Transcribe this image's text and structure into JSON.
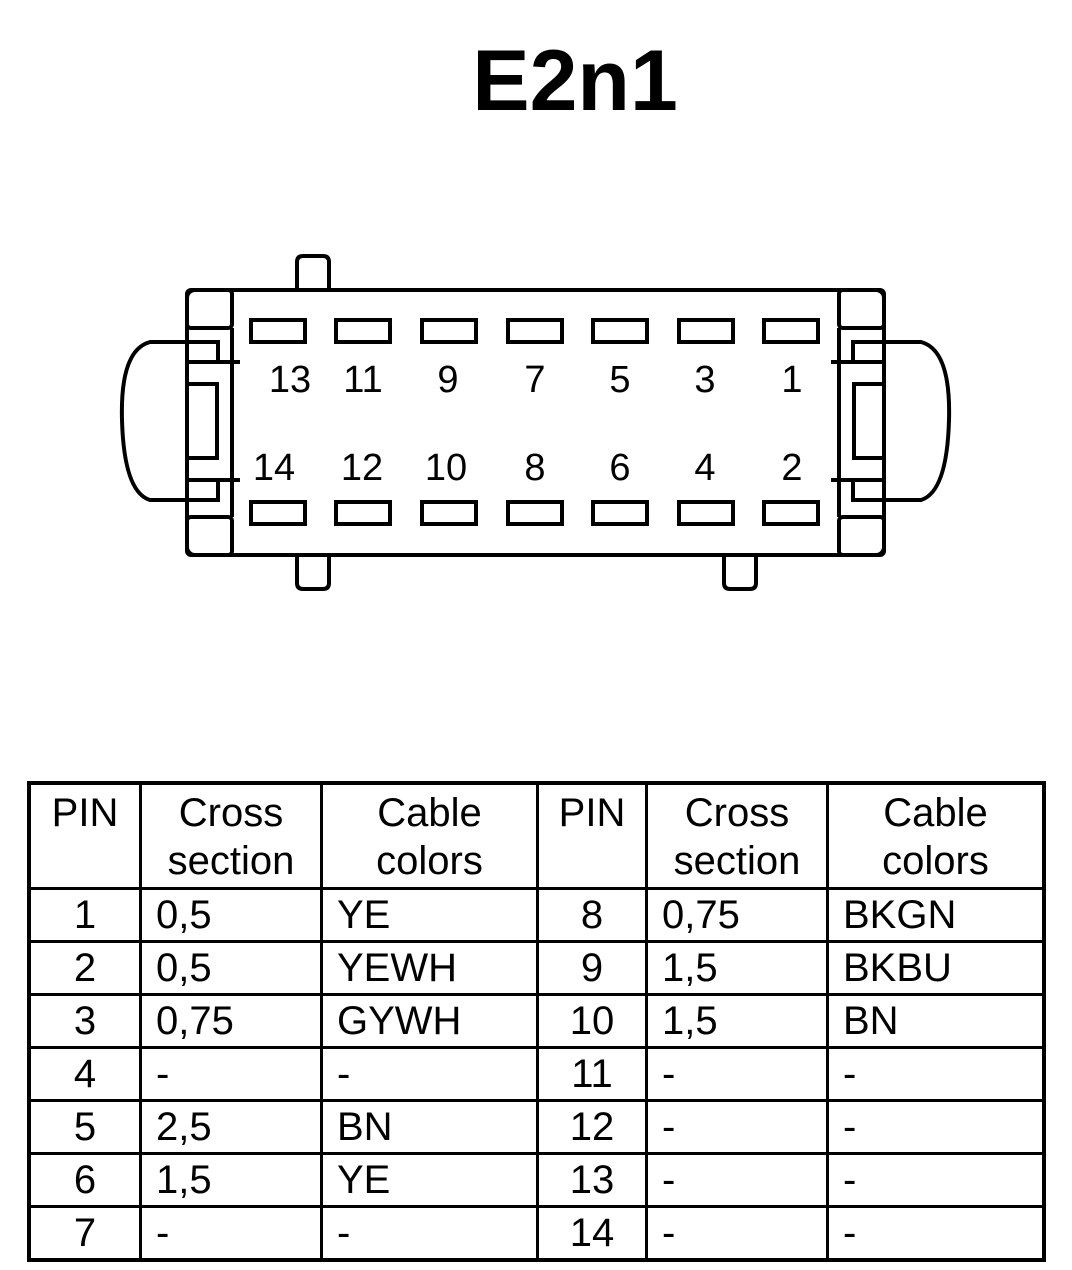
{
  "title": "E2n1",
  "connector": {
    "top_row_pins": [
      "13",
      "11",
      "9",
      "7",
      "5",
      "3",
      "1"
    ],
    "bottom_row_pins": [
      "14",
      "12",
      "10",
      "8",
      "6",
      "4",
      "2"
    ]
  },
  "table": {
    "headers": {
      "pin": "PIN",
      "cross_line1": "Cross",
      "cross_line2": "section",
      "color_line1": "Cable",
      "color_line2": "colors"
    },
    "rows": [
      {
        "pin_a": "1",
        "cross_a": "0,5",
        "color_a": "YE",
        "pin_b": "8",
        "cross_b": "0,75",
        "color_b": "BKGN"
      },
      {
        "pin_a": "2",
        "cross_a": "0,5",
        "color_a": "YEWH",
        "pin_b": "9",
        "cross_b": "1,5",
        "color_b": "BKBU"
      },
      {
        "pin_a": "3",
        "cross_a": "0,75",
        "color_a": "GYWH",
        "pin_b": "10",
        "cross_b": "1,5",
        "color_b": "BN"
      },
      {
        "pin_a": "4",
        "cross_a": "-",
        "color_a": "-",
        "pin_b": "11",
        "cross_b": "-",
        "color_b": "-"
      },
      {
        "pin_a": "5",
        "cross_a": "2,5",
        "color_a": "BN",
        "pin_b": "12",
        "cross_b": "-",
        "color_b": "-"
      },
      {
        "pin_a": "6",
        "cross_a": "1,5",
        "color_a": "YE",
        "pin_b": "13",
        "cross_b": "-",
        "color_b": "-"
      },
      {
        "pin_a": "7",
        "cross_a": "-",
        "color_a": "-",
        "pin_b": "14",
        "cross_b": "-",
        "color_b": "-"
      }
    ]
  }
}
